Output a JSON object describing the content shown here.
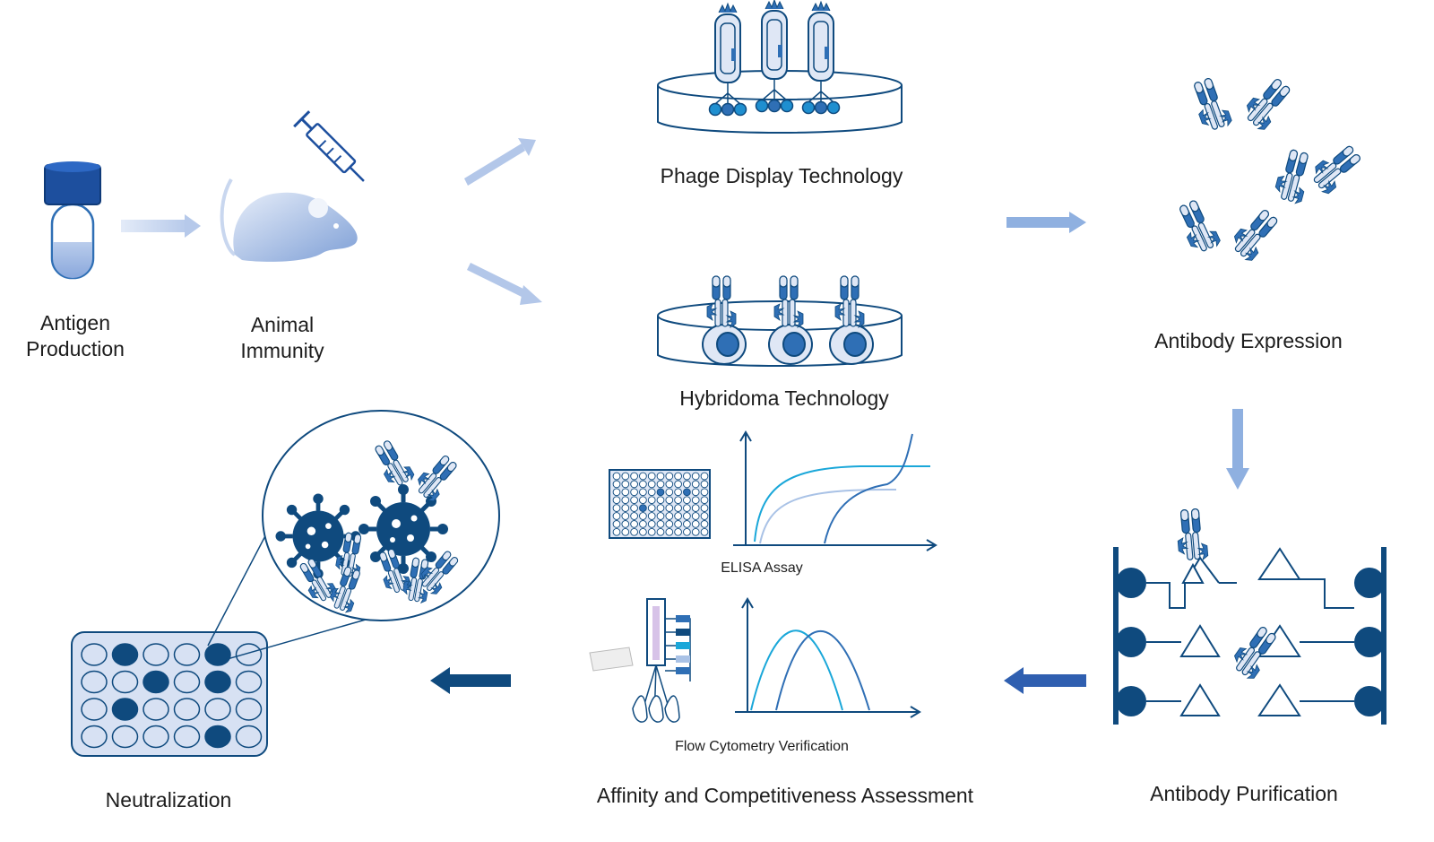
{
  "steps": {
    "antigen": "Antigen\nProduction",
    "animal": "Animal\nImmunity",
    "phage": "Phage Display Technology",
    "hybridoma": "Hybridoma Technology",
    "expression": "Antibody Expression",
    "purification": "Antibody Purification",
    "affinity": "Affinity and Competitiveness Assessment",
    "neutralization": "Neutralization"
  },
  "assays": {
    "elisa": "ELISA Assay",
    "flow": "Flow Cytometry  Verification"
  },
  "colors": {
    "dark": "#0f4a7e",
    "mid": "#2f6fb5",
    "light": "#a9c2e6",
    "pale": "#dfe7f5",
    "cyan": "#1aa7d9"
  },
  "icons": [
    "antigen-tube-icon",
    "mouse-icon",
    "syringe-icon",
    "phage-icon",
    "hybridoma-cell-icon",
    "antibody-icon",
    "well-plate-icon",
    "virus-icon",
    "flow-cytometer-icon"
  ]
}
